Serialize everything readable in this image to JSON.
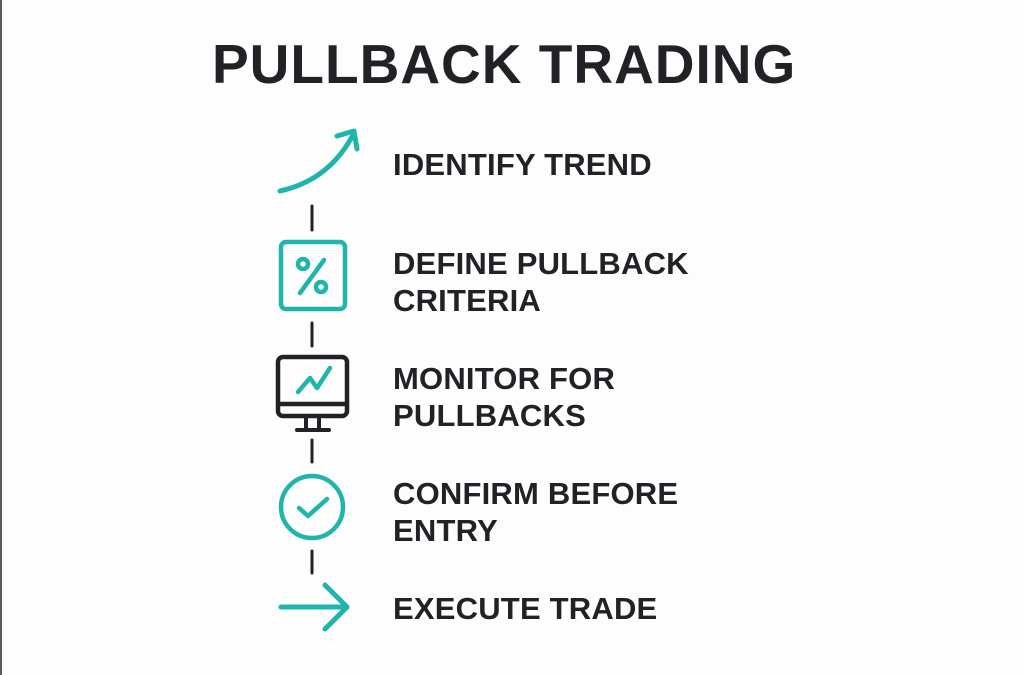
{
  "title": "PULLBACK TRADING",
  "colors": {
    "accent": "#1fb5ad",
    "text": "#222226",
    "connector": "#222226",
    "background": "#fdfdfd"
  },
  "steps": [
    {
      "icon": "trend-up-arrow-icon",
      "lines": [
        "IDENTIFY TREND"
      ]
    },
    {
      "icon": "percent-box-icon",
      "lines": [
        "DEFINE PULLBACK",
        "CRITERIA"
      ]
    },
    {
      "icon": "monitor-chart-icon",
      "lines": [
        "MONITOR FOR",
        "PULLBACKS"
      ]
    },
    {
      "icon": "check-circle-icon",
      "lines": [
        "CONFIRM BEFORE",
        "ENTRY"
      ]
    },
    {
      "icon": "right-arrow-icon",
      "lines": [
        "EXECUTE TRADE"
      ]
    }
  ]
}
